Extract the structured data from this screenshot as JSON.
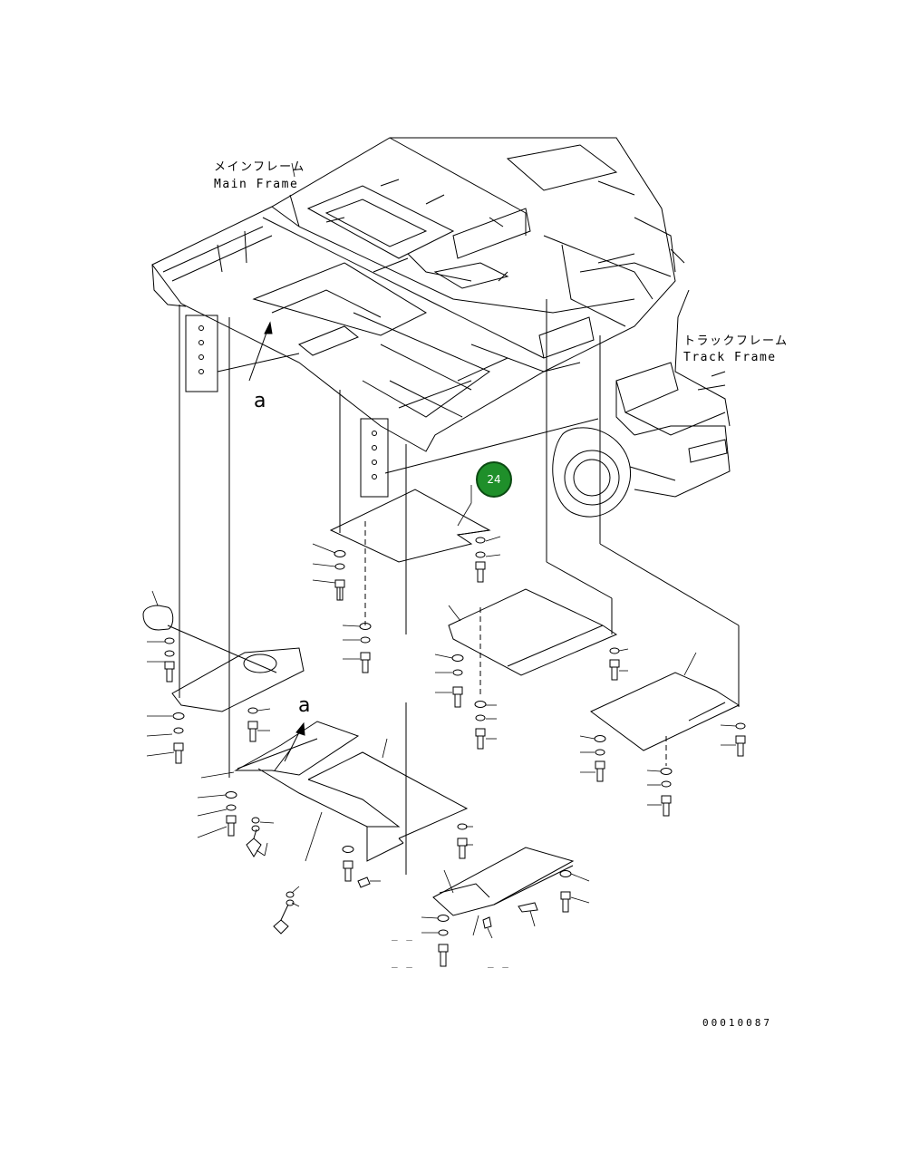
{
  "main_frame": {
    "jp": "メインフレーム",
    "en": "Main Frame"
  },
  "track_frame": {
    "jp": "トラックフレーム",
    "en": "Track Frame"
  },
  "view_marks": [
    "a",
    "a"
  ],
  "callout": {
    "number": "24",
    "color": "#1f8f2a"
  },
  "drawing_number": "00010087",
  "dash_marks": [
    "_ _",
    "_ _",
    "_ _"
  ]
}
